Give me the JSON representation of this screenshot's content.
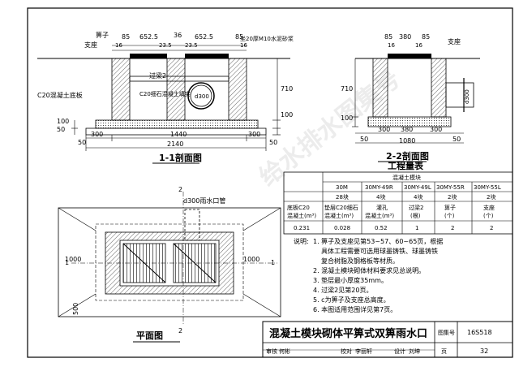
{
  "watermark": "给水排水图集号",
  "section11": {
    "title": "1-1剖面图",
    "labels": {
      "grate": "箅子",
      "support": "支座",
      "mortar": "坐20厚M10水泥砂浆",
      "lintel": "过梁2",
      "pipe": "d300",
      "fill": "C20细石混凝土填实",
      "slab": "C20混凝土底板"
    },
    "dims": {
      "d85": "85",
      "d652a": "652.5",
      "d652b": "652.5",
      "d36": "36",
      "d16": "16",
      "d23": "23.5",
      "d710": "710",
      "d100": "100",
      "d50": "50",
      "d300": "300",
      "d1440": "1440",
      "d2140": "2140"
    }
  },
  "section22": {
    "title": "2-2剖面图",
    "labels": {
      "grate": "支座",
      "pipe": "d300"
    },
    "dims": {
      "d85": "85",
      "d380": "380",
      "d16": "16",
      "d710": "710",
      "d100": "100",
      "d50": "50",
      "d300": "300",
      "d1080": "1080"
    }
  },
  "quantity_table": {
    "title": "工程量表",
    "group_header": "混凝土模块",
    "models": [
      "30M",
      "30MY-49R",
      "30MY-49L",
      "30MY-55R",
      "30MY-55L"
    ],
    "counts": [
      "28块",
      "4块",
      "4块",
      "2块",
      "2块"
    ],
    "headers": [
      {
        "line1": "底板C20",
        "line2": "混凝土(m³)"
      },
      {
        "line1": "垫层C20细石",
        "line2": "混凝土(m³)"
      },
      {
        "line1": "灌孔",
        "line2": "混凝土(m³)"
      },
      {
        "line1": "过梁2",
        "line2": "(根)"
      },
      {
        "line1": "箅子",
        "line2": "(个)"
      },
      {
        "line1": "支座",
        "line2": "(个)"
      }
    ],
    "values": [
      "0.231",
      "0.028",
      "0.52",
      "1",
      "2",
      "2"
    ]
  },
  "plan": {
    "title": "平面图",
    "cut_mark": "2",
    "cut_mark_1": "1",
    "pipe_label": "d300雨水口管",
    "dim_1000": "1000",
    "dim_500": "500"
  },
  "notes": {
    "heading": "说明:",
    "items": [
      "1. 箅子及支座见第53~57、60~65页，根据",
      "具体工程需要可选用球墨铸铁、球墨铸铁",
      "复合树脂及钢格板等材质。",
      "2. 混凝土模块砌体材料要求见总说明。",
      "3. 垫层最小厚度35mm。",
      "4. 过梁2见第20页。",
      "5. c为箅子及支座总高度。",
      "6. 本图适用范围详见第7页。"
    ]
  },
  "title_block": {
    "drawing_title": "混凝土模块砌体平箅式双箅雨水口",
    "atlas_label": "图集号",
    "atlas_number": "16S518",
    "page_label": "页",
    "page_number": "32",
    "review_label": "审核",
    "reviewer": "何彬",
    "check_label": "校对",
    "checker": "李丽轩",
    "design_label": "设计",
    "designer": "刘坤"
  }
}
